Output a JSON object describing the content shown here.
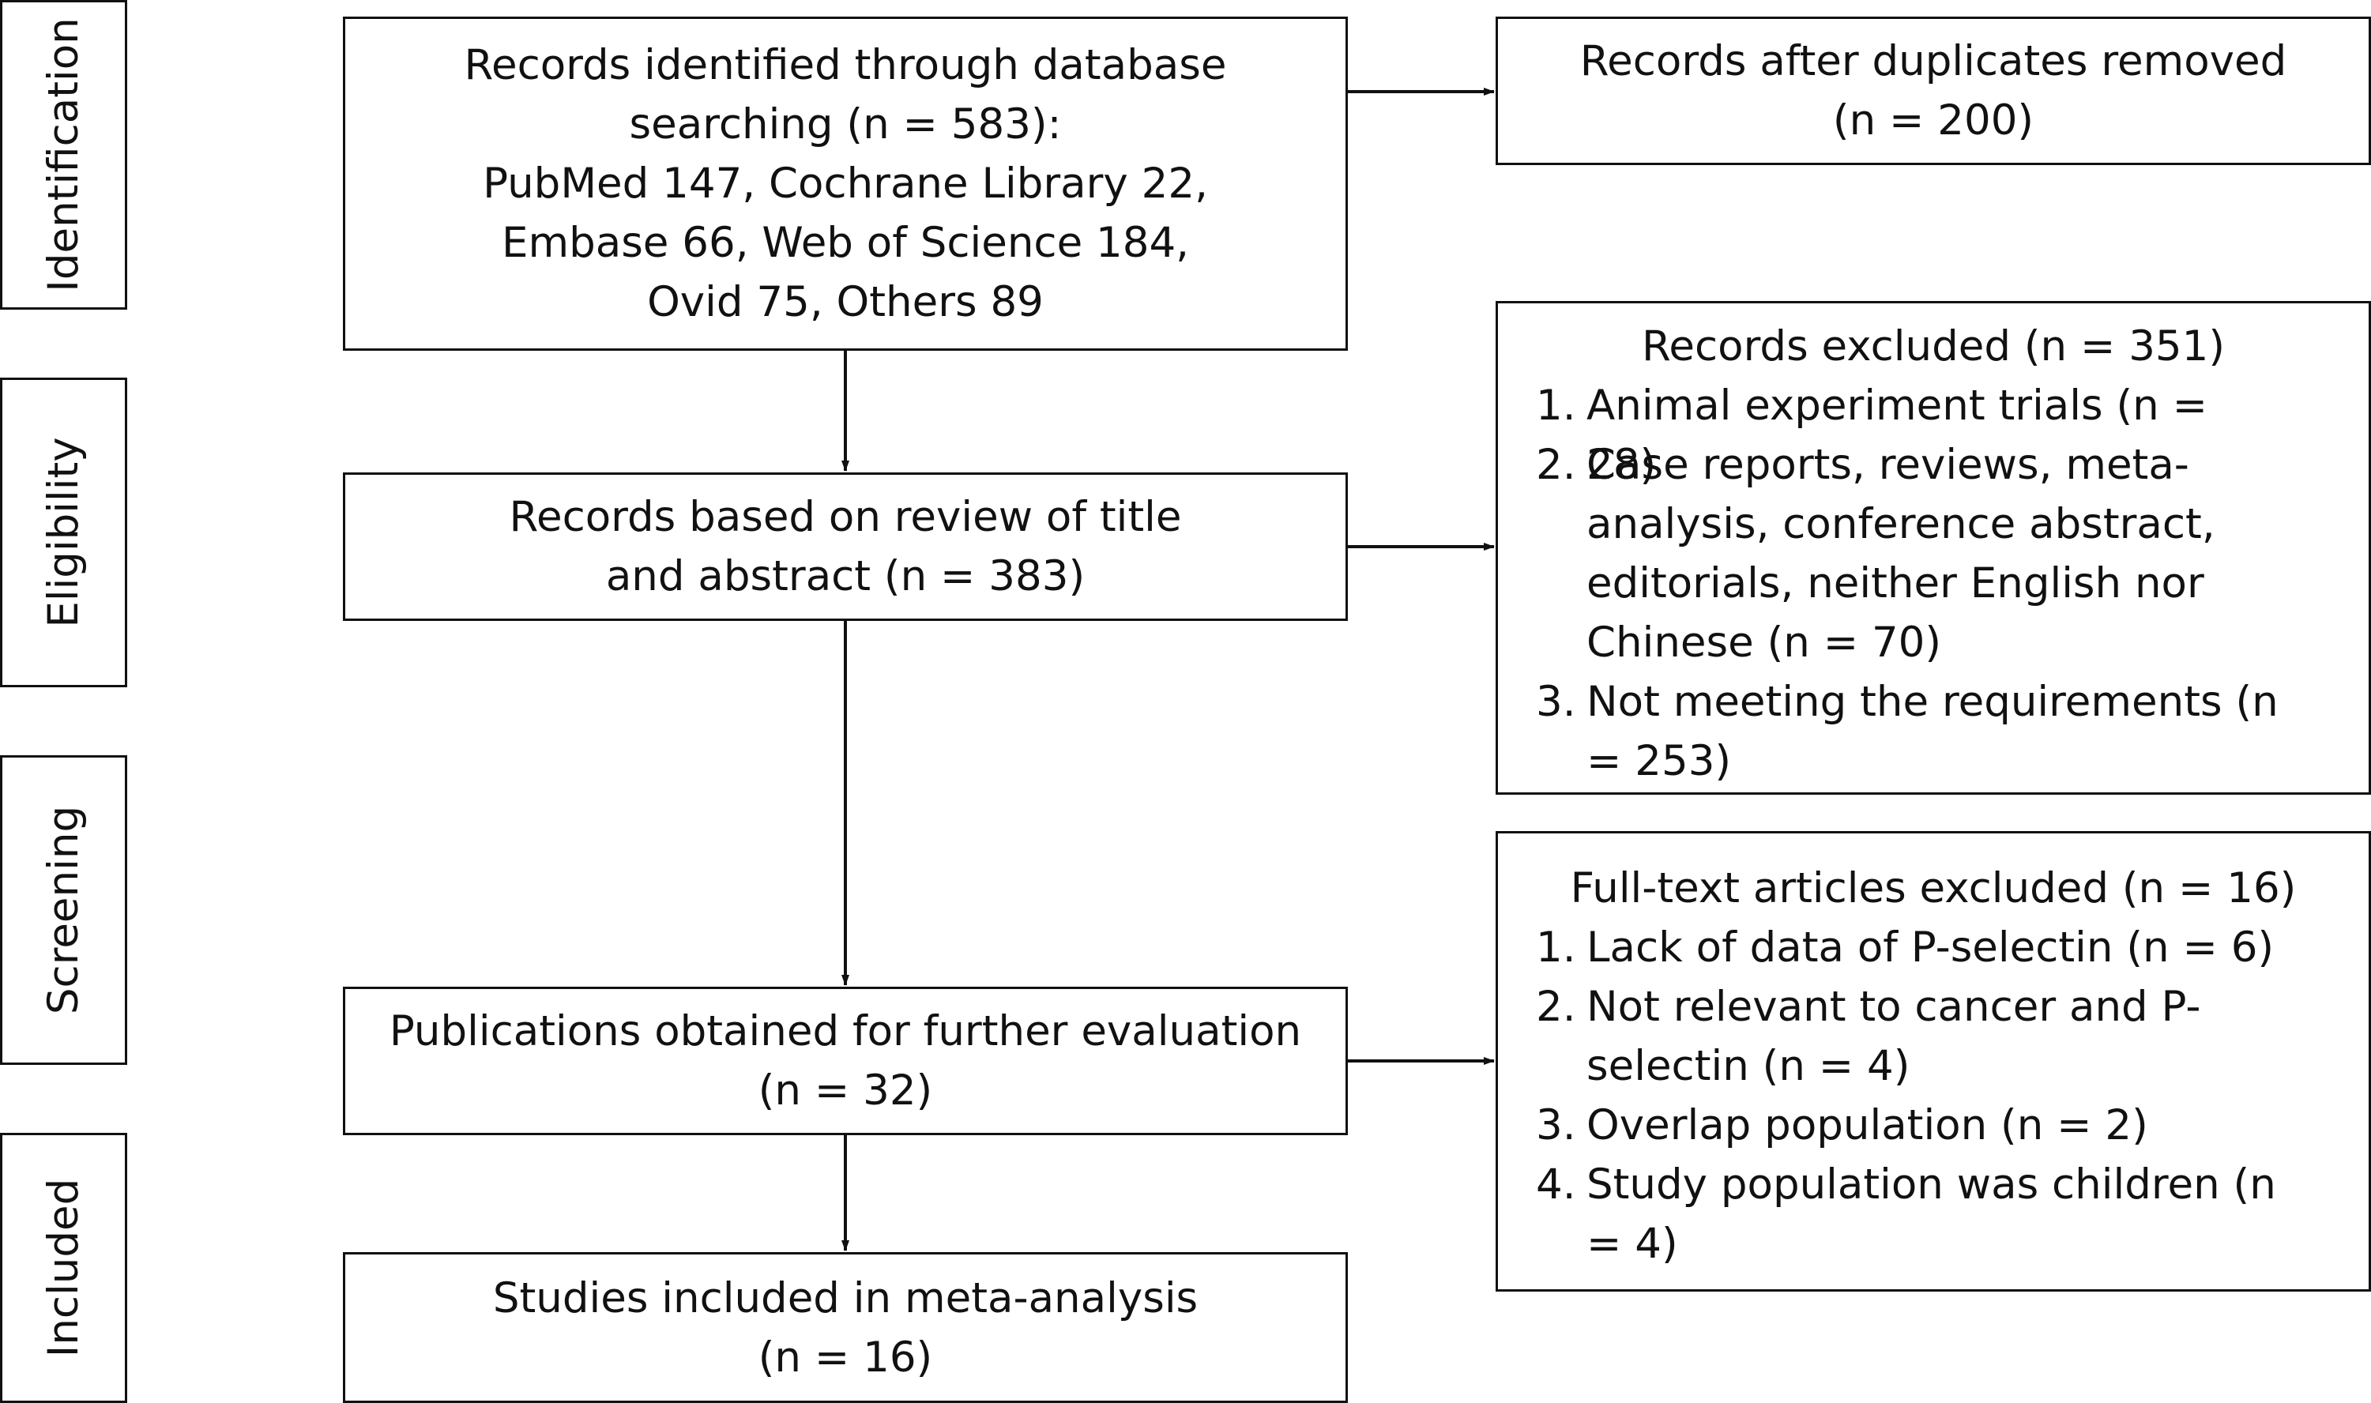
{
  "stages": {
    "identification": "Identification",
    "eligibility": "Eligibility",
    "screening": "Screening",
    "included": "Included"
  },
  "main_flow": {
    "identified": {
      "lines": [
        "Records identified through database",
        "searching (n = 583):",
        "PubMed 147, Cochrane Library 22,",
        "Embase 66, Web of Science 184,",
        "Ovid 75, Others 89"
      ]
    },
    "title_abstract": {
      "lines": [
        "Records based on review of title",
        "and abstract (n = 383)"
      ]
    },
    "further_evaluation": {
      "lines": [
        "Publications obtained for further evaluation",
        "(n = 32)"
      ]
    },
    "included": {
      "lines": [
        "Studies included in meta-analysis",
        "(n = 16)"
      ]
    }
  },
  "side_boxes": {
    "duplicates_removed": {
      "lines": [
        "Records after duplicates removed",
        "(n = 200)"
      ]
    },
    "records_excluded": {
      "title": "Records excluded (n = 351)",
      "items": [
        {
          "num": "1.",
          "text": "Animal experiment trials (n = 28)"
        },
        {
          "num": "2.",
          "text": "Case reports, reviews, meta-analysis, conference abstract, editorials, neither English nor Chinese (n = 70)"
        },
        {
          "num": "3.",
          "text": "Not meeting the requirements (n = 253)"
        }
      ]
    },
    "fulltext_excluded": {
      "title": "Full-text articles excluded (n = 16)",
      "items": [
        {
          "num": "1.",
          "text": "Lack of data of P-selectin (n = 6)"
        },
        {
          "num": "2.",
          "text": "Not relevant to cancer and P-selectin (n = 4)"
        },
        {
          "num": "3.",
          "text": "Overlap population (n = 2)"
        },
        {
          "num": "4.",
          "text": "Study population was children (n = 4)"
        }
      ]
    }
  }
}
